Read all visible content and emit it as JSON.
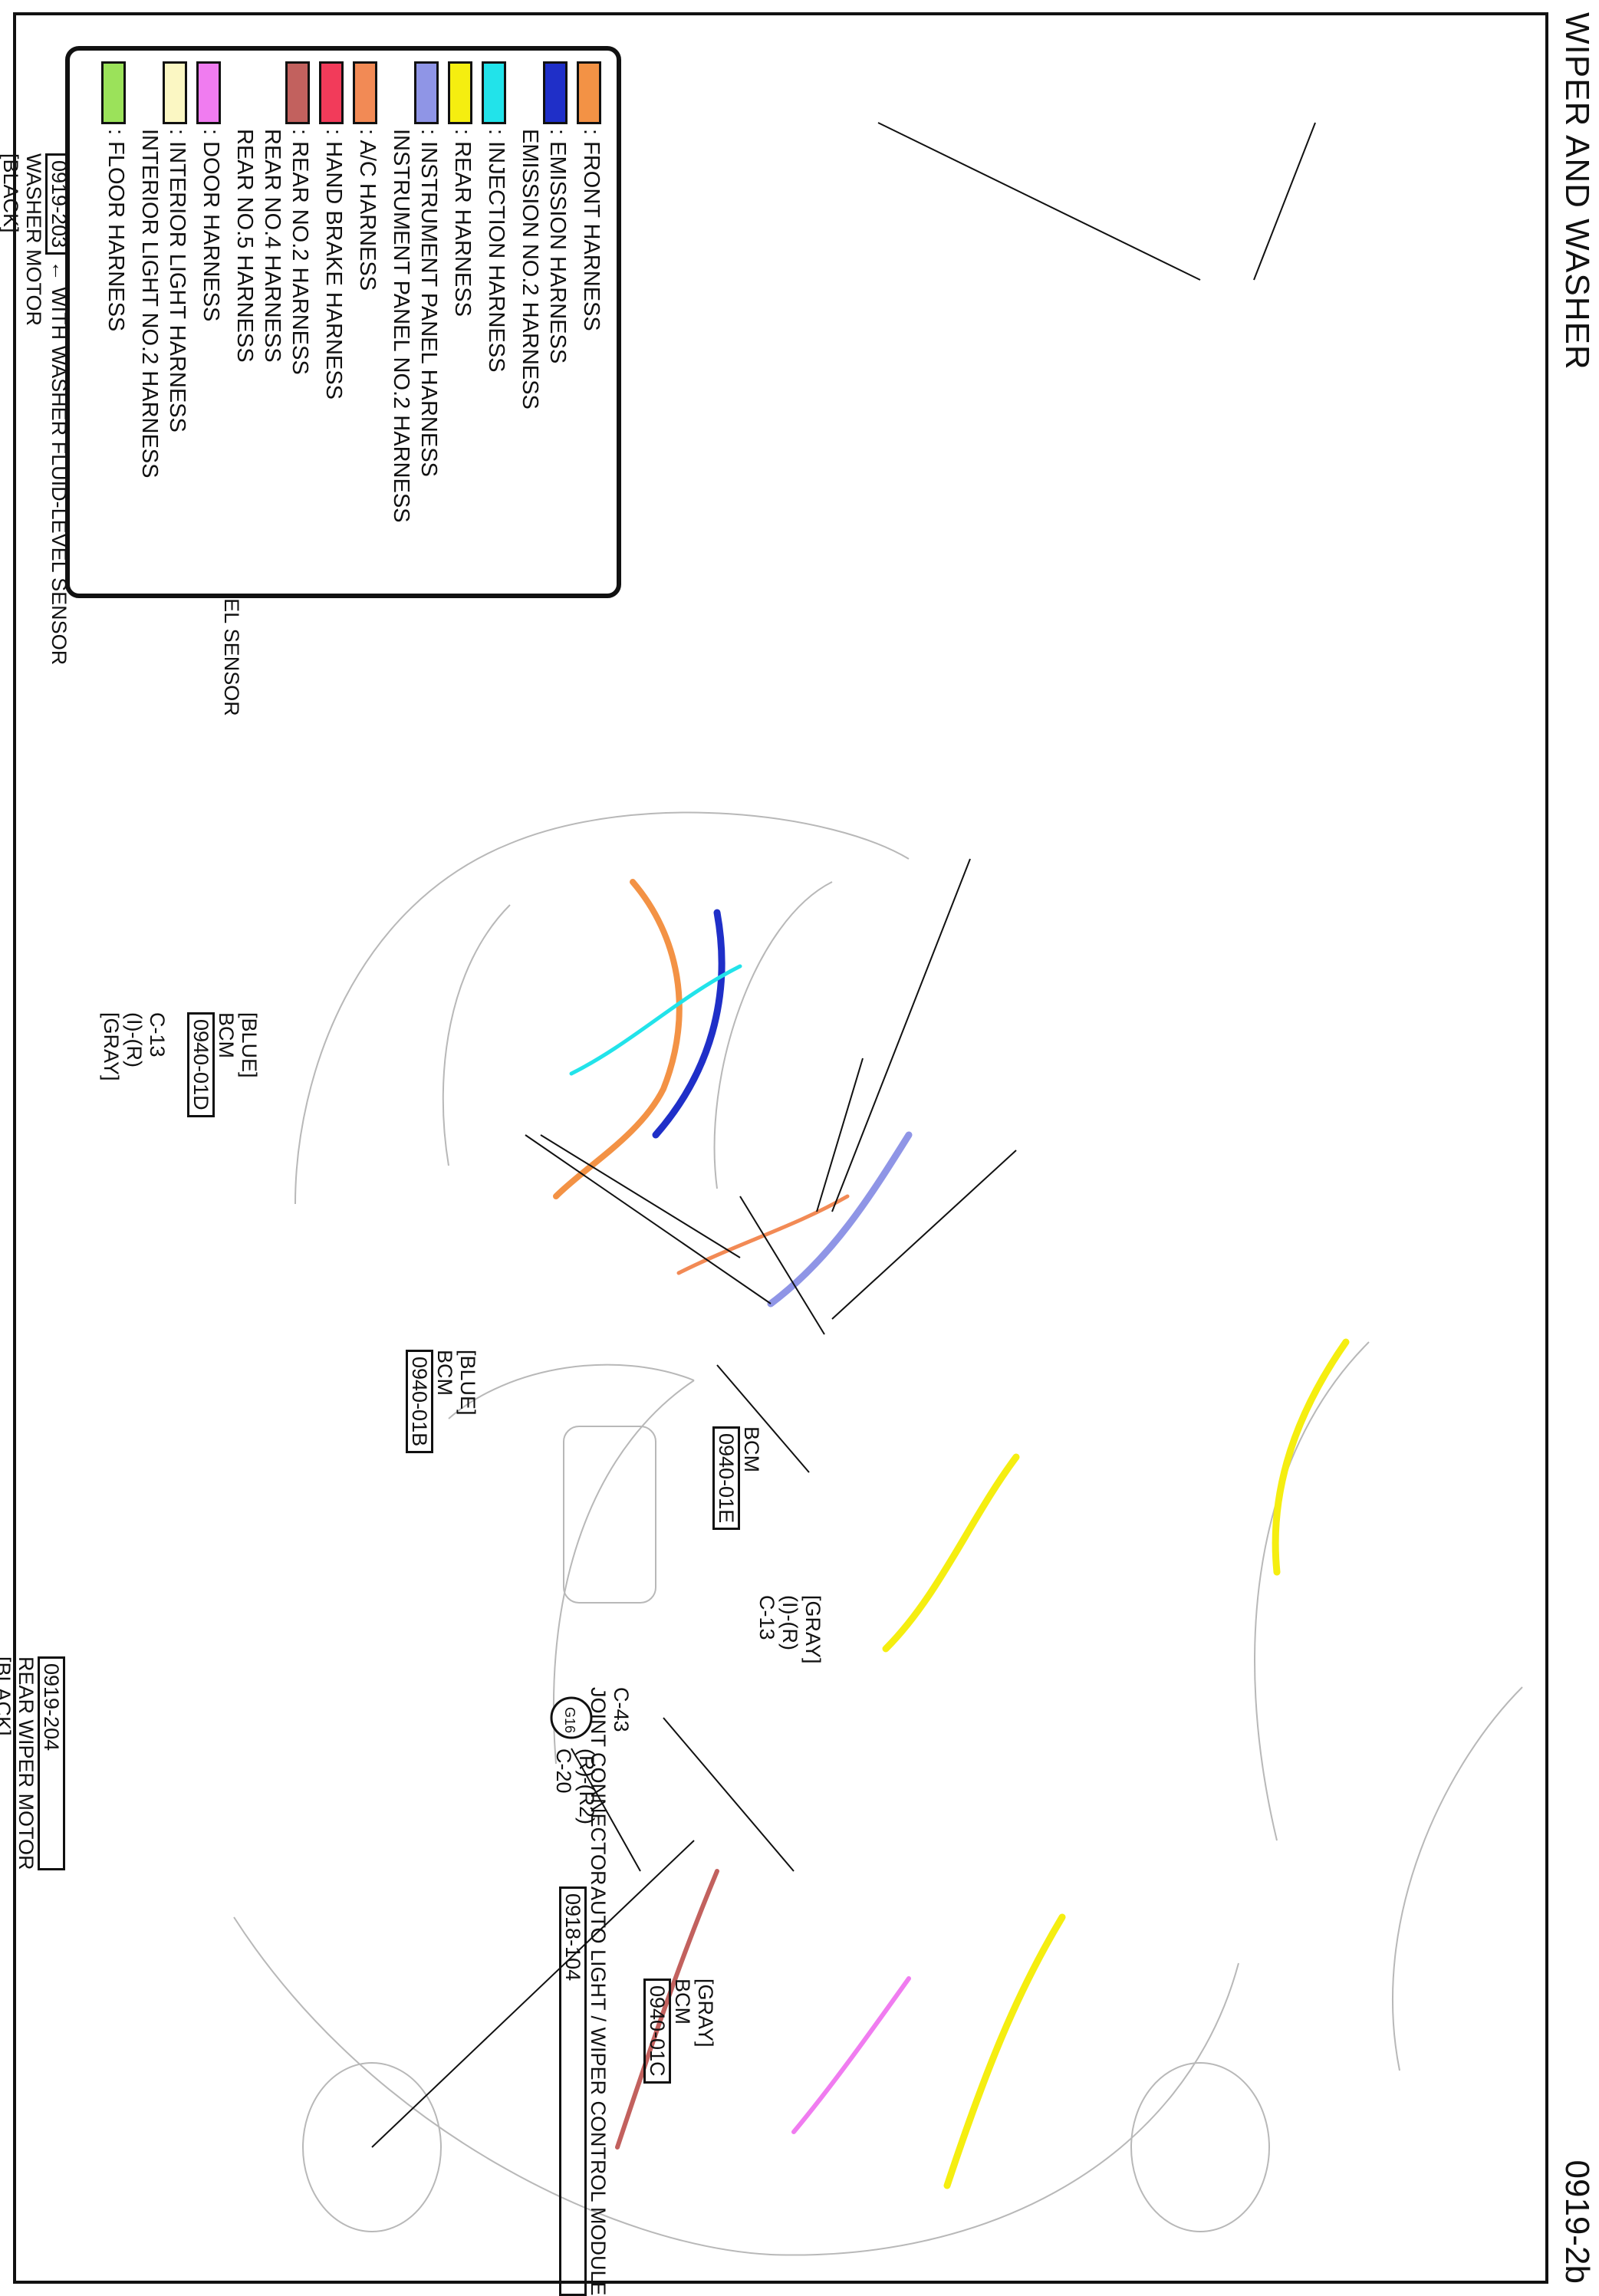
{
  "title": "WIPER AND WASHER",
  "page_number": "0919-2b",
  "legend": [
    {
      "color": "#f39245",
      "label": ": FRONT HARNESS"
    },
    {
      "color": "#1f2fc8",
      "label": ": EMISSION HARNESS"
    },
    {
      "color": "#1f2fc8",
      "label": "EMISSION NO.2 HARNESS"
    },
    {
      "color": "#22e3ea",
      "label": ": INJECTION HARNESS"
    },
    {
      "color": "#f5ee10",
      "label": ": REAR HARNESS"
    },
    {
      "color": "#8f95e6",
      "label": ": INSTRUMENT PANEL HARNESS"
    },
    {
      "color": "#8f95e6",
      "label": "INSTRUMENT PANEL NO.2 HARNESS"
    },
    {
      "color": "#f28a55",
      "label": ": A/C HARNESS"
    },
    {
      "color": "#f23b5a",
      "label": ": HAND BRAKE HARNESS"
    },
    {
      "color": "#c2615e",
      "label": ": REAR NO.2 HARNESS"
    },
    {
      "color": "#c2615e",
      "label": "REAR NO.4 HARNESS"
    },
    {
      "color": "#c2615e",
      "label": "REAR NO.5 HARNESS"
    },
    {
      "color": "#f07cf0",
      "label": ": DOOR HARNESS"
    },
    {
      "color": "#fbf7c3",
      "label": ": INTERIOR LIGHT HARNESS"
    },
    {
      "color": "#fbf7c3",
      "label": "INTERIOR LIGHT NO.2 HARNESS"
    },
    {
      "color": "#9be25a",
      "label": ": FLOOR HARNESS"
    }
  ],
  "labels": {
    "washer_without": {
      "color": "[BLACK]",
      "name": "WASHER MOTOR",
      "code": "0919-203",
      "note": "WITHOUT WASHER FLUID-LEVEL SENSOR"
    },
    "washer_with": {
      "code": "0919-203",
      "note": "WITH WASHER FLUID-LEVEL SENSOR",
      "name": "WASHER MOTOR",
      "color": "[BLACK]"
    },
    "bcm_d": {
      "color": "[BLUE]",
      "name": "BCM",
      "code": "0940-01D"
    },
    "c13_a": {
      "id": "C-13",
      "pin": "(I)-(R)",
      "color": "[GRAY]"
    },
    "bcm_b": {
      "color": "[BLUE]",
      "name": "BCM",
      "code": "0940-01B"
    },
    "c43": {
      "id": "C-43",
      "name": "JOINT CONNECTOR"
    },
    "bcm_e": {
      "name": "BCM",
      "code": "0940-01E"
    },
    "c13_b": {
      "color": "[GRAY]",
      "pin": "(I)-(R)",
      "id": "C-13"
    },
    "bcm_c": {
      "color": "[GRAY]",
      "name": "BCM",
      "code": "0940-01C"
    },
    "auto_light": {
      "name": "AUTO LIGHT / WIPER CONTROL MODULE",
      "code": "0918-104"
    },
    "g16": {
      "id": "G16"
    },
    "c20": {
      "pin": "(R)-(R2)",
      "id": "C-20"
    },
    "rear_wiper": {
      "code": "0919-204",
      "name": "REAR WIPER MOTOR",
      "color": "[BLACK]"
    }
  }
}
